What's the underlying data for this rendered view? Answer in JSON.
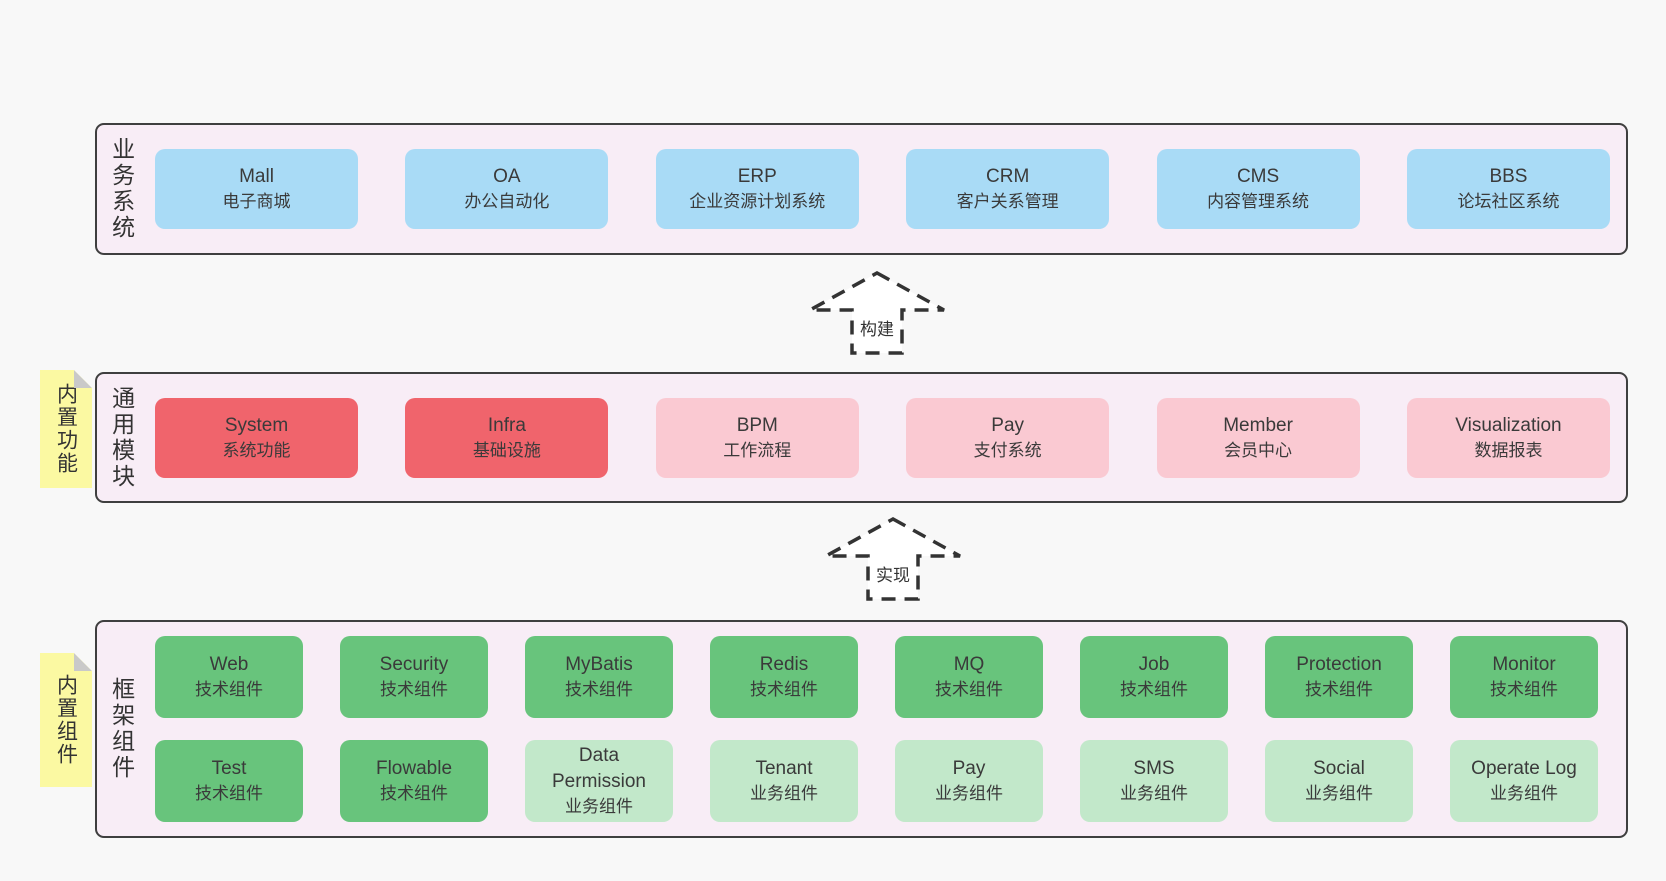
{
  "colors": {
    "page_bg": "#f8f8f8",
    "panel_bg": "#f8edf6",
    "panel_border": "#3f3f3f",
    "box_blue": "#a9dbf6",
    "box_red": "#f0646c",
    "box_pink": "#fac9d2",
    "box_green": "#68c47c",
    "box_light_green": "#c2e8ca",
    "sticky_yellow": "#fbf9a2",
    "sticky_fold_grey": "#c9c9c9",
    "text": "#3a3a3a",
    "arrow_stroke": "#333333"
  },
  "arrows": [
    {
      "label": "构建"
    },
    {
      "label": "实现"
    }
  ],
  "sections": [
    {
      "id": "business-systems",
      "vertical_label": "业务系统",
      "boxes": [
        {
          "title": "Mall",
          "subtitle": "电子商城"
        },
        {
          "title": "OA",
          "subtitle": "办公自动化"
        },
        {
          "title": "ERP",
          "subtitle": "企业资源计划系统"
        },
        {
          "title": "CRM",
          "subtitle": "客户关系管理"
        },
        {
          "title": "CMS",
          "subtitle": "内容管理系统"
        },
        {
          "title": "BBS",
          "subtitle": "论坛社区系统"
        }
      ]
    },
    {
      "id": "common-modules",
      "vertical_label": "通用模块",
      "sticky_label": "内置功能",
      "boxes": [
        {
          "title": "System",
          "subtitle": "系统功能"
        },
        {
          "title": "Infra",
          "subtitle": "基础设施"
        },
        {
          "title": "BPM",
          "subtitle": "工作流程"
        },
        {
          "title": "Pay",
          "subtitle": "支付系统"
        },
        {
          "title": "Member",
          "subtitle": "会员中心"
        },
        {
          "title": "Visualization",
          "subtitle": "数据报表"
        }
      ]
    },
    {
      "id": "framework-components",
      "vertical_label": "框架组件",
      "sticky_label": "内置组件",
      "rows": [
        [
          {
            "title": "Web",
            "subtitle": "技术组件"
          },
          {
            "title": "Security",
            "subtitle": "技术组件"
          },
          {
            "title": "MyBatis",
            "subtitle": "技术组件"
          },
          {
            "title": "Redis",
            "subtitle": "技术组件"
          },
          {
            "title": "MQ",
            "subtitle": "技术组件"
          },
          {
            "title": "Job",
            "subtitle": "技术组件"
          },
          {
            "title": "Protection",
            "subtitle": "技术组件"
          },
          {
            "title": "Monitor",
            "subtitle": "技术组件"
          }
        ],
        [
          {
            "title": "Test",
            "subtitle": "技术组件"
          },
          {
            "title": "Flowable",
            "subtitle": "技术组件"
          },
          {
            "title": "Data Permission",
            "subtitle": "业务组件"
          },
          {
            "title": "Tenant",
            "subtitle": "业务组件"
          },
          {
            "title": "Pay",
            "subtitle": "业务组件"
          },
          {
            "title": "SMS",
            "subtitle": "业务组件"
          },
          {
            "title": "Social",
            "subtitle": "业务组件"
          },
          {
            "title": "Operate Log",
            "subtitle": "业务组件"
          }
        ]
      ]
    }
  ]
}
